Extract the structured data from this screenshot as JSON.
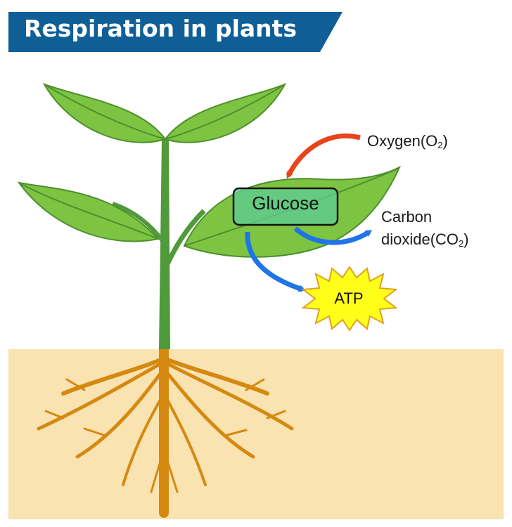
{
  "title": "Respiration in plants",
  "labels": {
    "oxygen": {
      "text": "Oxygen(O",
      "sub": "2",
      "tail": ")"
    },
    "carbon_dioxide": {
      "line1": "Carbon",
      "line2": "dioxide(CO",
      "sub": "2",
      "tail": ")"
    },
    "glucose": "Glucose",
    "atp": "ATP"
  },
  "colors": {
    "title_banner": "#0f5f96",
    "soil": "#f9e3b1",
    "root": "#d68910",
    "stem": "#4f9a3a",
    "leaf": "#7dc442",
    "leaf_dark": "#4e8f2c",
    "oxygen_arrow": "#e8441c",
    "blue_arrow": "#1f74e6",
    "atp_star": "#ffff1a",
    "glucose_box": "#5ccc96"
  }
}
